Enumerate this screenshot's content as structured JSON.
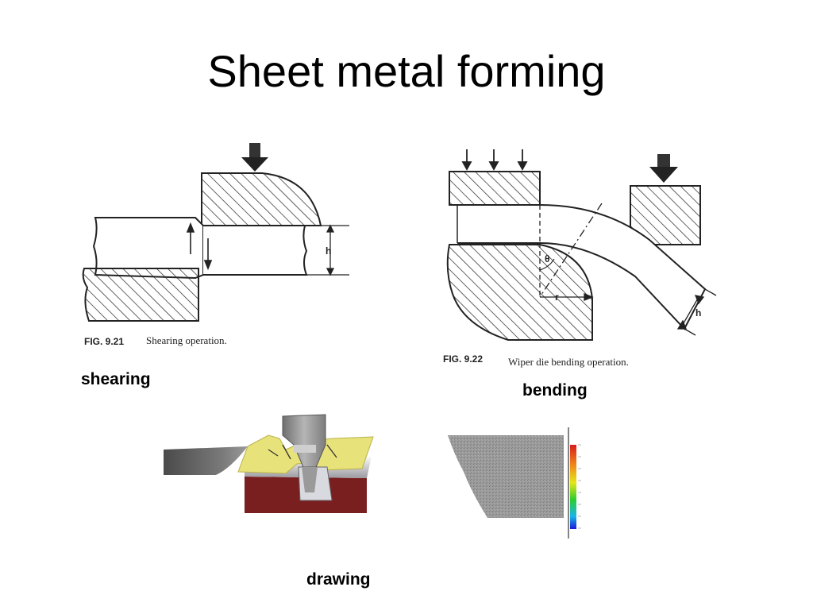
{
  "slide": {
    "title": "Sheet metal forming",
    "captions": {
      "shearing": "shearing",
      "bending": "bending",
      "drawing": "drawing"
    }
  },
  "figure_shearing": {
    "fig_number": "FIG. 9.21",
    "fig_caption": "Shearing operation.",
    "dim_label": "h"
  },
  "figure_bending": {
    "fig_number": "FIG. 9.22",
    "fig_caption": "Wiper die bending operation.",
    "angle_label": "θ",
    "radius_label": "r",
    "dim_label": "h"
  },
  "colors": {
    "sheet_yellow": "#e8e27a",
    "die_red": "#7a1f1f",
    "gray_part": "#8a8a8a"
  }
}
